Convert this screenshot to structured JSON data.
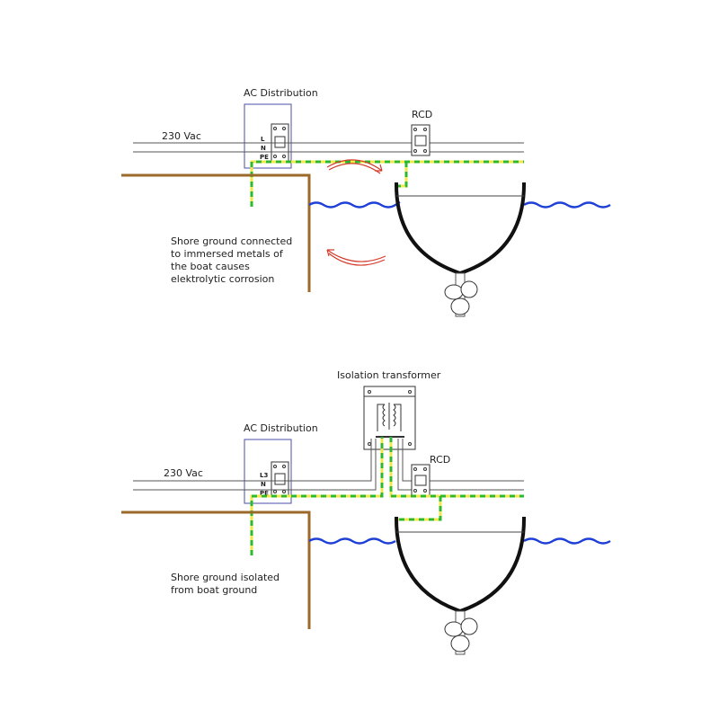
{
  "colors": {
    "ground": "#9b6a2b",
    "water": "#1f3fd6",
    "hull": "#111111",
    "pe_green": "#2fb82f",
    "pe_yellow": "#f2e84a",
    "wire": "#555555",
    "box": "#4a4fa8",
    "arrow": "#d43a2a"
  },
  "top": {
    "ac_distribution_label": "AC Distribution",
    "voltage_label": "230 Vac",
    "rcd_label": "RCD",
    "terminal_l": "L",
    "terminal_n": "N",
    "terminal_pe": "PE",
    "caption_lines": [
      "Shore ground connected",
      "to immersed metals of",
      "the boat causes",
      "elektrolytic corrosion"
    ]
  },
  "bottom": {
    "isolation_transformer_label": "Isolation transformer",
    "ac_distribution_label": "AC Distribution",
    "voltage_label": "230 Vac",
    "rcd_label": "RCD",
    "terminal_l": "L3",
    "terminal_n": "N",
    "terminal_pe": "PE",
    "caption_lines": [
      "Shore ground isolated",
      "from boat ground"
    ]
  },
  "icons": {
    "propeller": "propeller-icon",
    "breaker": "circuit-breaker-icon",
    "current_arrow": "curved-arrow-icon",
    "transformer": "transformer-coil-icon"
  }
}
